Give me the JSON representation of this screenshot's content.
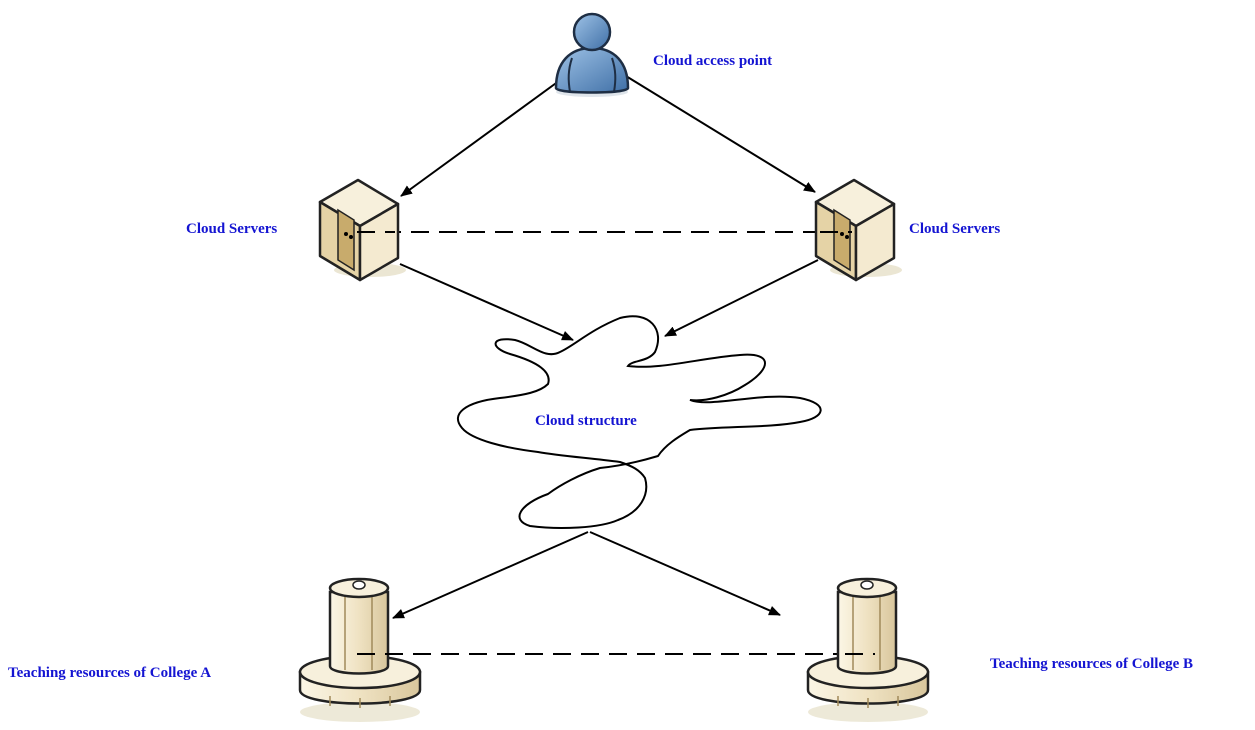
{
  "labels": {
    "access_point": "Cloud access point",
    "server_left": "Cloud Servers",
    "server_right": "Cloud Servers",
    "cloud": "Cloud structure",
    "college_a": "Teaching resources of College A",
    "college_b": "Teaching resources of College B"
  },
  "colors": {
    "label_text": "#1414d2",
    "user_fill": "#5b8cc0",
    "server_fill": "#efe3c6",
    "column_fill": "#f2e7c9",
    "line": "#000000"
  },
  "icons": [
    "user-icon",
    "server-icon",
    "cloud-shape",
    "column-icon"
  ]
}
